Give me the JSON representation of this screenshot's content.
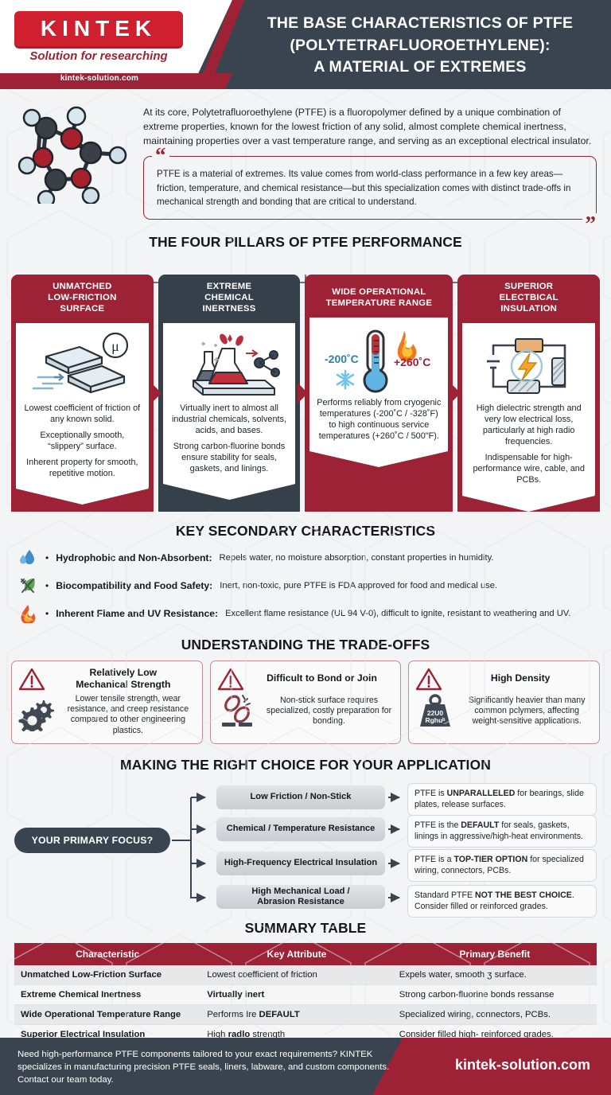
{
  "header": {
    "logo_word": "KINTEK",
    "logo_tagline": "Solution for researching",
    "logo_url": "kintek-solution.com",
    "title_line1": "THE BASE CHARACTERISTICS OF PTFE",
    "title_line2": "(POLYTETRAFLUOROETHYLENE):",
    "title_line3": "A MATERIAL OF EXTREMES",
    "bg_color": "#3a4450",
    "accent_color": "#9d2235"
  },
  "intro": {
    "paragraph": "At its core, Polytetrafluoroethylene (PTFE) is a fluoropolymer defined by a unique combination of extreme properties, known for the lowest friction of any solid, almost complete chemical inertness, maintaining properties over a vast temperature range, and serving as an exceptional electrical insulator.",
    "quote": "PTFE is a material of extremes. Its value comes from world-class performance in a few key areas—friction, temperature, and chemical resistance—but this specialization comes with distinct trade-offs in mechanical strength and bonding that are critical to understand.",
    "quote_open": "“",
    "quote_close": "”"
  },
  "pillars_section": {
    "title": "THE FOUR PILLARS OF PTFE PERFORMANCE",
    "items": [
      {
        "title": "UNMATCHED\nLOW-FRICTION\nSURFACE",
        "title_l1": "UNMATCHED",
        "title_l2": "LOW-FRICTION",
        "title_l3": "SURFACE",
        "theme": "red",
        "icon": "friction-plates-icon",
        "icon_label": "μ",
        "lines": [
          "Lowest coefficient of friction of any known solid.",
          "Exceptionally smooth, “slippery” surface.",
          "Inherent property for smooth, repetitive motion."
        ]
      },
      {
        "title_l1": "EXTREME",
        "title_l2": "CHEMICAL",
        "title_l3": "INERTNESS",
        "theme": "dark",
        "icon": "chemical-flasks-icon",
        "lines": [
          "Virtually inert to almost all industrial chemicals, solvents, acids, and bases.",
          "Strong carbon-fluorine bonds ensure stability for seals, gaskets, and linings."
        ]
      },
      {
        "title_l1": "WIDE OPERATIONAL",
        "title_l2": "TEMPERATURE RANGE",
        "title_l3": "",
        "theme": "red",
        "icon": "thermometer-icon",
        "temp_cold": "-200˚C",
        "temp_hot": "+260˚C",
        "lines": [
          "Performs reliably from cryogenic temperatures (-200˚C / -328˚F) to high continuous service temperatures (+260˚C / 500\"F)."
        ]
      },
      {
        "title_l1": "SUPERIOR",
        "title_l2": "ELECTBICAL",
        "title_l3": "INSULATION",
        "theme": "red",
        "icon": "electrical-circuit-icon",
        "lines": [
          "High dielectric strength and very low electrical loss, particularly at high radio frequencies.",
          "Indispensable for high-performance wire, cable, and PCBs."
        ]
      }
    ]
  },
  "secondary_section": {
    "title": "KEY SECONDARY CHARACTERISTICS",
    "bullet": "•",
    "items": [
      {
        "icon": "water-drop-icon",
        "label": "Hydrophobic and Non-Absorbent:",
        "desc": "Repels water, no moisture absorption, constant properties in humidity."
      },
      {
        "icon": "fork-and-leaf-icon",
        "label": "Biocompatibility and Food Safety:",
        "desc": "Inert, non-toxic, pure PTFE is FDA approved for food and medical use."
      },
      {
        "icon": "flame-icon",
        "label": "Inherent Flame and UV Resistance:",
        "desc": "Excellent flame resistance (UL 94 V-0), difficult to ignite, resistant to weathering and UV."
      }
    ]
  },
  "tradeoffs_section": {
    "title": "UNDERSTANDING THE TRADE-OFFS",
    "items": [
      {
        "title_l1": "Relatively Low",
        "title_l2": "Mechanical Strength",
        "icon": "warning-triangle-icon",
        "body_icon": "gears-icon",
        "desc": "Lower tensile strength, wear resistance, and creep resistance compared to other engineering plastics."
      },
      {
        "title_l1": "Difficult to Bond or Join",
        "title_l2": "",
        "icon": "warning-triangle-icon",
        "body_icon": "broken-chain-icon",
        "desc": "Non-stick surface requires specialized, costly preparation for bonding."
      },
      {
        "title_l1": "High Density",
        "title_l2": "",
        "icon": "warning-triangle-icon",
        "body_icon": "weight-icon",
        "weight_l1": "22U0",
        "weight_l2": "Rghuᵇ",
        "desc": "Significantly heavier than many common pclymers, affecting weight-sensitive applications."
      }
    ]
  },
  "flow_section": {
    "title": "MAKING THE RIGHT CHOICE FOR YOUR APPLICATION",
    "focus_label": "YOUR PRIMARY FOCUS?",
    "branches": [
      {
        "option": "Low Friction / Non-Stick",
        "option_l1": "Low Friction / Non-Stick",
        "option_l2": "",
        "result_pre": "PTFE is ",
        "result_bold": "UNPARALLELED",
        "result_post": " for bearings, slide plates, release surfaces."
      },
      {
        "option_l1": "Chemical / Temperature Resistance",
        "option_l2": "",
        "result_pre": "PTFE is the ",
        "result_bold": "DEFAULT",
        "result_post": " for seals, gaskets, linings in aggressive/high-heat environments."
      },
      {
        "option_l1": "High-Frequency Electrical Insulation",
        "option_l2": "",
        "result_pre": "PTFE is a ",
        "result_bold": "TOP-TIER OPTION",
        "result_post": " for specialized wiring, connectors, PCBs."
      },
      {
        "option_l1": "High Mechanical Load /",
        "option_l2": "Abrasion Resistance",
        "result_pre": "Standard PTFE ",
        "result_bold": "NOT THE BEST CHOICE",
        "result_post": ". Consider filled or reinforced grades."
      }
    ]
  },
  "table_section": {
    "title": "SUMMARY TABLE",
    "columns": [
      "Characteristic",
      "Key Attribute",
      "Primary Benefit"
    ],
    "rows": [
      {
        "characteristic": "Unmatched Low-Friction Surface",
        "attr_pre": "Lowest coefficient of friction",
        "attr_bold": "",
        "attr_post": "",
        "benefit": "Expels water, smooth ʒ surface."
      },
      {
        "characteristic": "Extreme Chemical Inertness",
        "attr_pre": "",
        "attr_bold": "Virtually inert",
        "attr_post": "",
        "benefit": "Strong carbon-fluorine bonds ressanse"
      },
      {
        "characteristic": "Wide Operational Temperature Range",
        "attr_pre": "Performs Ire ",
        "attr_bold": "DEFAULT",
        "attr_post": "",
        "benefit": "Specialized wiring, connectors, PCBs."
      },
      {
        "characteristic": "Superior Electrical Insulation",
        "attr_pre": "High ",
        "attr_bold": "radlo",
        "attr_post": " strength",
        "benefit": "Consider filled high- reinforced grades."
      }
    ]
  },
  "footer": {
    "text": "Need high-performance PTFE components tailored to your exact requirements? KINTEK specializes in manufacturing precision PTFE seals, liners, labware, and custom components. Contact our team today.",
    "url": "kintek-solution.com"
  }
}
